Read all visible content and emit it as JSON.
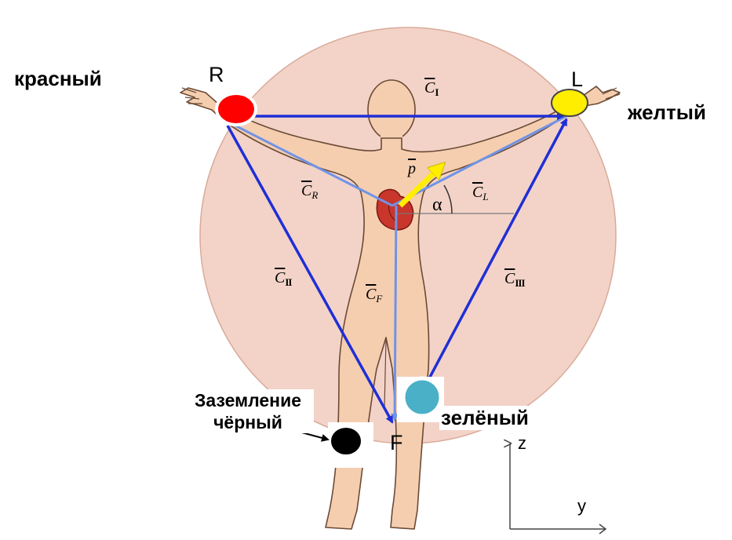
{
  "colors": {
    "circle": "#f3d3c8",
    "body": "#f5ceb0",
    "lead_lines": "#1f2fd6",
    "to_center_lines": "#6f93e6",
    "heart_vector": "#ffee00",
    "electrode_right_arm": "#ff0000",
    "electrode_left_arm": "#ffee00",
    "electrode_leg": "#4ab0c8",
    "electrode_ground": "#000000"
  },
  "labels": {
    "red_electrode": "красный",
    "yellow_electrode": "желтый",
    "green_electrode": "зелёный",
    "ground_line1": "Заземление",
    "ground_line2": "чёрный",
    "corner_R": "R",
    "corner_L": "L",
    "corner_F": "F",
    "angle": "α",
    "axis_z": "z",
    "axis_y": "y"
  },
  "vectors": {
    "c_one": {
      "base": "C",
      "sub": "I"
    },
    "c_two": {
      "base": "C",
      "sub": "II"
    },
    "c_three": {
      "base": "C",
      "sub": "III"
    },
    "c_r": {
      "base": "C",
      "sub": "R"
    },
    "c_l": {
      "base": "C",
      "sub": "L"
    },
    "c_f": {
      "base": "C",
      "sub": "F"
    },
    "p": {
      "base": "p"
    }
  }
}
